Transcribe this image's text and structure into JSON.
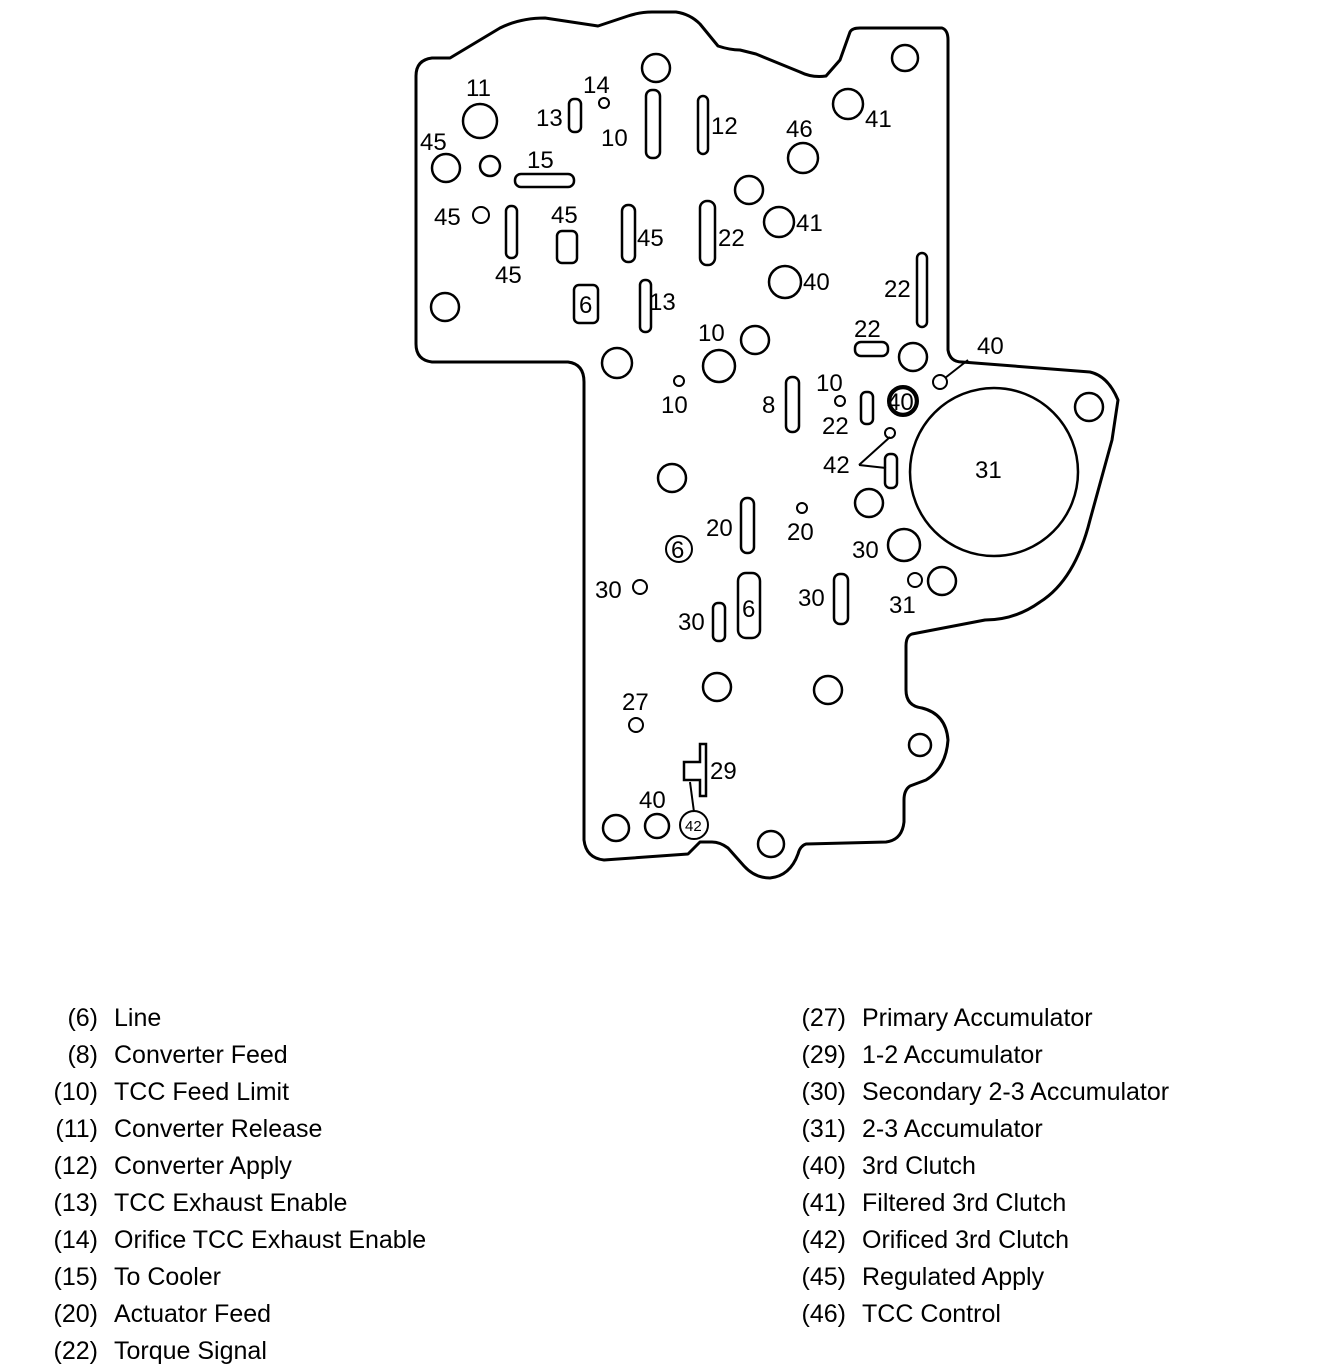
{
  "diagram": {
    "labels": {
      "l11": "11",
      "l14": "14",
      "l13a": "13",
      "l10a": "10",
      "l12": "12",
      "l46": "46",
      "l41a": "41",
      "l45a": "45",
      "l15": "15",
      "l45b": "45",
      "l45c": "45",
      "l45d": "45",
      "l45e": "45",
      "l22a": "22",
      "l41b": "41",
      "l40a": "40",
      "l6a": "6",
      "l13b": "13",
      "l22b": "22",
      "l10b": "10",
      "l22c": "22",
      "l40b": "40",
      "l10c": "10",
      "l8": "8",
      "l10d": "10",
      "l22d": "22",
      "l40c": "40",
      "l42a": "42",
      "l31a": "31",
      "l20a": "20",
      "l20b": "20",
      "l30a": "30",
      "l6b": "6",
      "l30b": "30",
      "l30c": "30",
      "l6c": "6",
      "l30d": "30",
      "l31b": "31",
      "l27": "27",
      "l29": "29",
      "l40d": "40",
      "l42b": "42"
    }
  },
  "legend": {
    "left": [
      {
        "num": "(6)",
        "label": "Line"
      },
      {
        "num": "(8)",
        "label": "Converter Feed"
      },
      {
        "num": "(10)",
        "label": "TCC Feed Limit"
      },
      {
        "num": "(11)",
        "label": "Converter Release"
      },
      {
        "num": "(12)",
        "label": "Converter Apply"
      },
      {
        "num": "(13)",
        "label": "TCC Exhaust Enable"
      },
      {
        "num": "(14)",
        "label": "Orifice TCC Exhaust Enable"
      },
      {
        "num": "(15)",
        "label": "To Cooler"
      },
      {
        "num": "(20)",
        "label": "Actuator Feed"
      },
      {
        "num": "(22)",
        "label": "Torque Signal"
      }
    ],
    "right": [
      {
        "num": "(27)",
        "label": "Primary Accumulator"
      },
      {
        "num": "(29)",
        "label": "1-2 Accumulator"
      },
      {
        "num": "(30)",
        "label": "Secondary 2-3 Accumulator"
      },
      {
        "num": "(31)",
        "label": "2-3 Accumulator"
      },
      {
        "num": "(40)",
        "label": "3rd Clutch"
      },
      {
        "num": "(41)",
        "label": "Filtered 3rd Clutch"
      },
      {
        "num": "(42)",
        "label": "Orificed 3rd Clutch"
      },
      {
        "num": "(45)",
        "label": "Regulated Apply"
      },
      {
        "num": "(46)",
        "label": "TCC Control"
      }
    ]
  }
}
